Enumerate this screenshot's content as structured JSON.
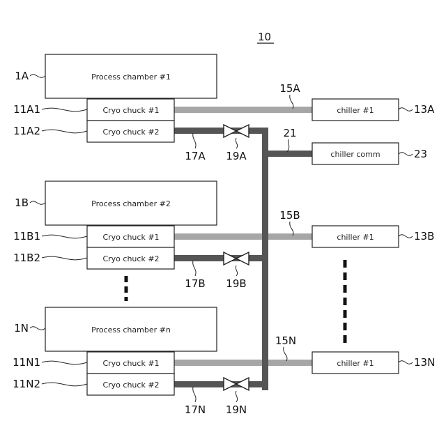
{
  "figure_number": "10",
  "chambers": [
    {
      "label": "Process chamber #1",
      "ref": "1A"
    },
    {
      "label": "Process chamber #2",
      "ref": "1B"
    },
    {
      "label": "Process chamber #n",
      "ref": "1N"
    }
  ],
  "chucks": [
    {
      "label": "Cryo chuck #1",
      "ref": "11A1"
    },
    {
      "label": "Cryo chuck #2",
      "ref": "11A2"
    },
    {
      "label": "Cryo chuck #1",
      "ref": "11B1"
    },
    {
      "label": "Cryo chuck #2",
      "ref": "11B2"
    },
    {
      "label": "Cryo chuck #1",
      "ref": "11N1"
    },
    {
      "label": "Cryo chuck #2",
      "ref": "11N2"
    }
  ],
  "chillers": [
    {
      "label": "chiller #1",
      "ref": "13A"
    },
    {
      "label": "chiller comm",
      "ref": "23"
    },
    {
      "label": "chiller #1",
      "ref": "13B"
    },
    {
      "label": "chiller #1",
      "ref": "13N"
    }
  ],
  "pipes": {
    "light": [
      "15A",
      "15B",
      "15N"
    ],
    "dark": [
      "17A",
      "17B",
      "17N"
    ],
    "common": "21"
  },
  "valves": [
    "19A",
    "19B",
    "19N"
  ],
  "colors": {
    "light_pipe": "#a6a6a6",
    "dark_pipe": "#555555",
    "outline": "#222222"
  }
}
